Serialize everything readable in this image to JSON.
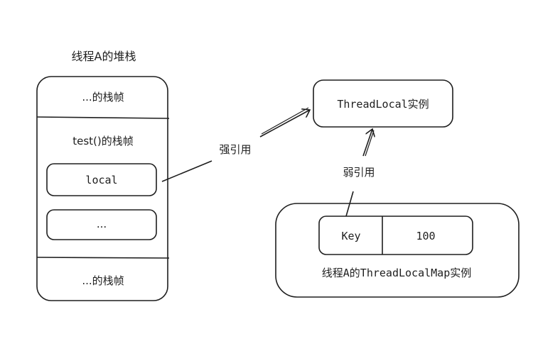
{
  "stack": {
    "title": "线程A的堆栈",
    "frame_top": "...的栈帧",
    "frame_test": "test()的栈帧",
    "var_local": "local",
    "var_other": "...",
    "frame_bottom": "...的栈帧"
  },
  "threadlocal": {
    "label": "ThreadLocal实例"
  },
  "map": {
    "key": "Key",
    "value": "100",
    "label": "线程A的ThreadLocalMap实例"
  },
  "edges": {
    "strong": "强引用",
    "weak": "弱引用"
  }
}
